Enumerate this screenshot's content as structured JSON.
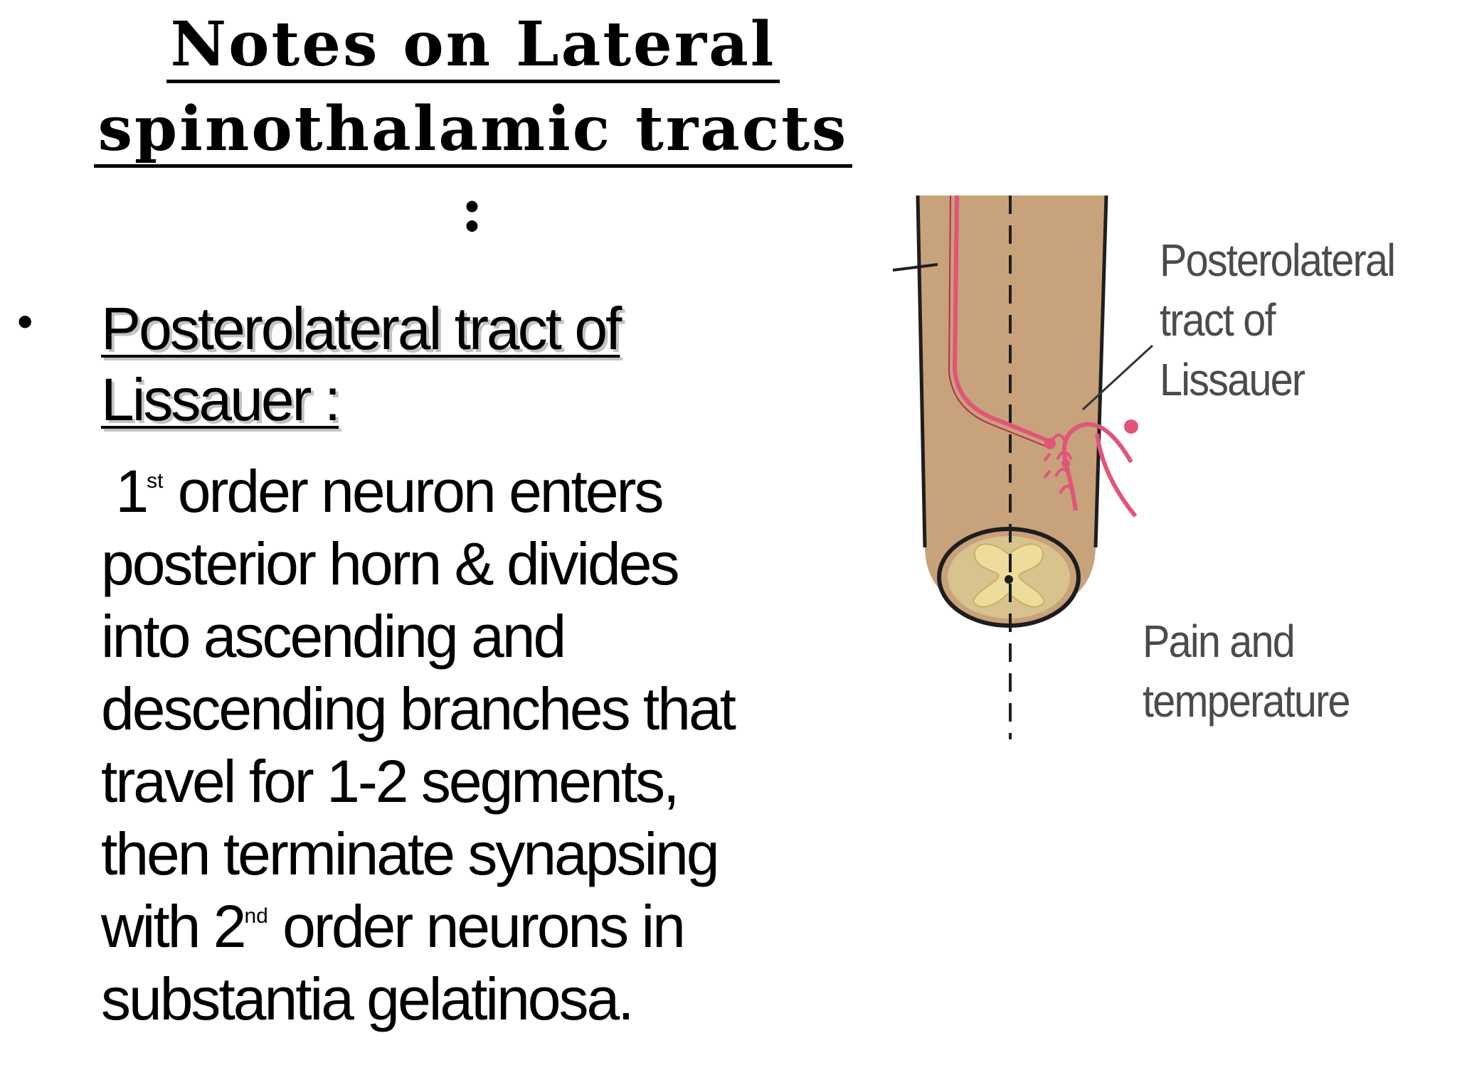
{
  "slide": {
    "title_line1": "Notes on Lateral",
    "title_line2": "spinothalamic tracts",
    "title_colon": ":",
    "bullet_symbol": "•",
    "heading_line1": "Posterolateral tract  of",
    "heading_line2": "Lissauer :",
    "body": {
      "l1_a": "1",
      "l1_sup": "st",
      "l1_b": " order neuron enters",
      "l2": "posterior horn & divides",
      "l3": "into ascending and",
      "l4": "descending branches that",
      "l5": "travel for 1-2 segments,",
      "l6": "then terminate synapsing",
      "l7_a": "with 2",
      "l7_sup": "nd",
      "l7_b": " order neurons in",
      "l8": "substantia gelatinosa."
    }
  },
  "figure": {
    "label1_line1": "Posterolateral",
    "label1_line2": "tract of",
    "label1_line3": "Lissauer",
    "label2_line1": "Pain and",
    "label2_line2": "temperature",
    "colors": {
      "cord": "#c8a27a",
      "cord_outline": "#1e1e1e",
      "grey_matter": "#e8d89a",
      "fiber": "#e0557a",
      "fiber_dark": "#b03050",
      "label": "#4b4b4b"
    }
  }
}
